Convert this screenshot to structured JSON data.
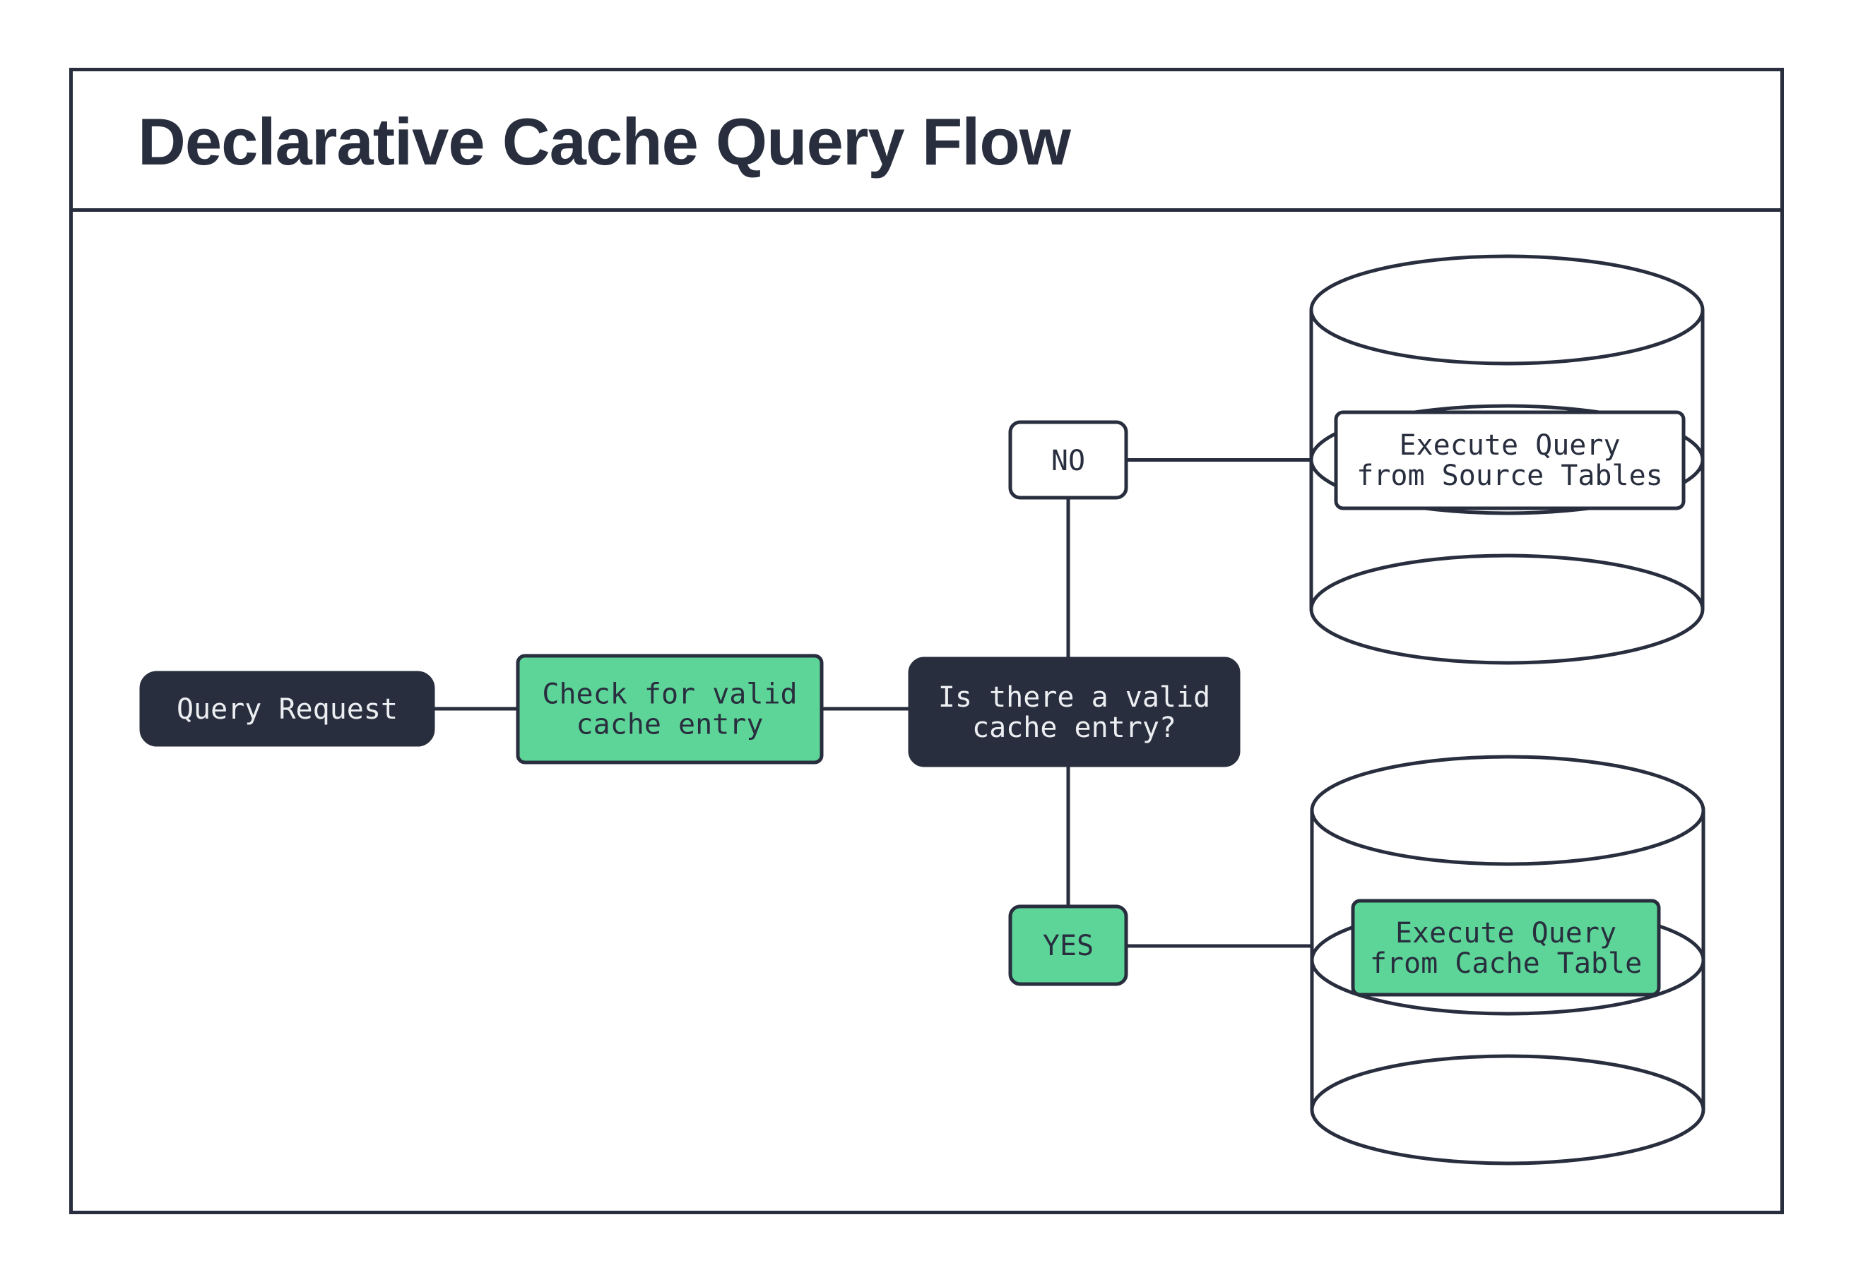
{
  "title": "Declarative Cache Query Flow",
  "colors": {
    "dark": "#282e3e",
    "green": "#5ed598",
    "surface": "#ffffff",
    "light_text": "#eceef1"
  },
  "flow": {
    "query_request": {
      "label": "Query Request"
    },
    "check_cache": {
      "line1": "Check for valid",
      "line2": "cache entry"
    },
    "decision": {
      "line1": "Is there a valid",
      "line2": "cache entry?"
    },
    "no_branch": {
      "label": "NO"
    },
    "yes_branch": {
      "label": "YES"
    },
    "execute_source": {
      "line1": "Execute Query",
      "line2": "from Source Tables"
    },
    "execute_cache": {
      "line1": "Execute Query",
      "line2": "from Cache Table"
    }
  }
}
